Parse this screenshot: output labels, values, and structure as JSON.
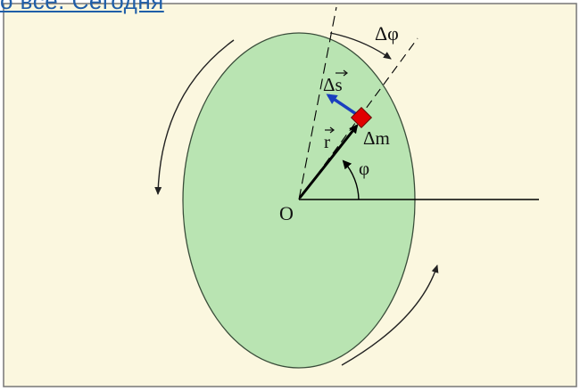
{
  "header_fragment": "о все. Сегодня",
  "colors": {
    "panel_background": "#fbf7df",
    "disk_fill": "#b9e4b2",
    "displacement_arrow": "#1a3fbf",
    "mass_element": "#e10000",
    "header_text": "#1f5ea8"
  },
  "labels": {
    "center": "O",
    "radius_vector": "r",
    "displacement": "Δs",
    "mass_element": "Δm",
    "angle": "φ",
    "angle_increment": "Δφ"
  },
  "icons": {
    "rotation": "curved-arrow-icon",
    "mass": "red-square-icon"
  }
}
